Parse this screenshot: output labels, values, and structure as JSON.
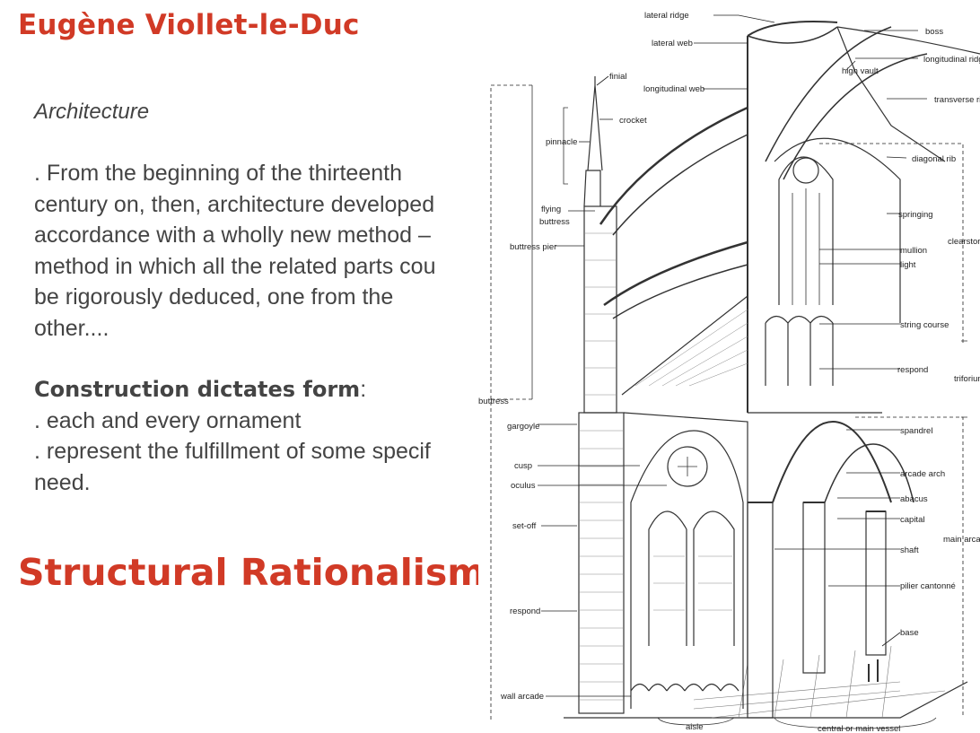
{
  "slide": {
    "title": "Eugène Viollet-le-Duc",
    "subtitle": "Architecture",
    "paragraph_lines": [
      ".  From the beginning of the thirteenth",
      "century on, then, architecture developed",
      "accordance with a wholly new method –",
      "method in which all the related parts cou",
      "be rigorously deduced, one from the",
      "other...."
    ],
    "emphasis": "Construction dictates form",
    "emphasis_suffix": ":",
    "bullet_lines": [
      ".  each and every ornament",
      ".  represent the fulfillment of some specif",
      "need."
    ],
    "big_title": "Structural Rationalism"
  },
  "figure": {
    "labels": {
      "lateral_ridge": "lateral ridge",
      "lateral_web": "lateral web",
      "boss": "boss",
      "longitudinal_ridge": "longitudinal ridge",
      "high_vault": "high vault",
      "finial": "finial",
      "longitudinal_web": "longitudinal web",
      "transverse_rib": "transverse rib",
      "crocket": "crocket",
      "pinnacle": "pinnacle",
      "diagonal_rib": "diagonal rib",
      "flying_buttress": "flying",
      "flying_buttress_2": "buttress",
      "springing": "springing",
      "buttress_pier": "buttress pier",
      "clearstory": "clearstory",
      "mullion": "mullion",
      "light": "light",
      "string_course": "string course",
      "respond_upper": "respond",
      "triforium": "triforium",
      "buttress": "buttress",
      "gargoyle": "gargoyle",
      "spandrel": "spandrel",
      "cusp": "cusp",
      "arcade_arch": "arcade arch",
      "oculus": "oculus",
      "abacus": "abacus",
      "capital": "capital",
      "set_off": "set-off",
      "main_arcade": "main arcade",
      "shaft": "shaft",
      "pilier_cantonne": "pilier cantonné",
      "respond_lower": "respond",
      "base": "base",
      "wall_arcade": "wall arcade",
      "aisle": "aisle",
      "central_vessel": "central or main vessel"
    }
  }
}
